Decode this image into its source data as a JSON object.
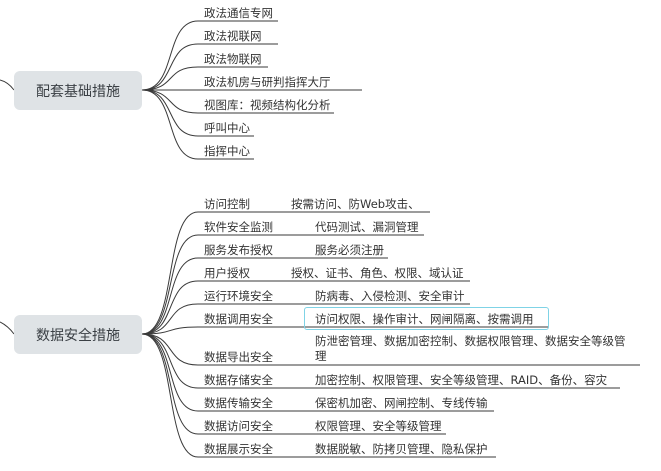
{
  "infra": {
    "root": "配套基础措施",
    "items": [
      "政法通信专网",
      "政法视联网",
      "政法物联网",
      "政法机房与研判指挥大厅",
      "视图库：视频结构化分析",
      "呼叫中心",
      "指挥中心"
    ]
  },
  "security": {
    "root": "数据安全措施",
    "items": [
      {
        "label": "访问控制",
        "detail": "按需访问、防Web攻击、"
      },
      {
        "label": "软件安全监测",
        "detail": "代码测试、漏洞管理"
      },
      {
        "label": "服务发布授权",
        "detail": "服务必须注册"
      },
      {
        "label": "用户授权",
        "detail": "授权、证书、角色、权限、域认证"
      },
      {
        "label": "运行环境安全",
        "detail": "防病毒、入侵检测、安全审计"
      },
      {
        "label": "数据调用安全",
        "detail": "访问权限、操作审计、网闸隔离、按需调用"
      },
      {
        "label": "数据导出安全",
        "detail": "防泄密管理、数据加密控制、数据权限管理、数据安全等级管理"
      },
      {
        "label": "数据存储安全",
        "detail": "加密控制、权限管理、安全等级管理、RAID、备份、容灾"
      },
      {
        "label": "数据传输安全",
        "detail": "保密机加密、网闸控制、专线传输"
      },
      {
        "label": "数据访问安全",
        "detail": "权限管理、安全等级管理"
      },
      {
        "label": "数据展示安全",
        "detail": "数据脱敏、防拷贝管理、隐私保护"
      }
    ]
  },
  "colors": {
    "line": "#3a3a3a",
    "node": "#dfe3e6",
    "highlight": "#7fd3e6"
  }
}
